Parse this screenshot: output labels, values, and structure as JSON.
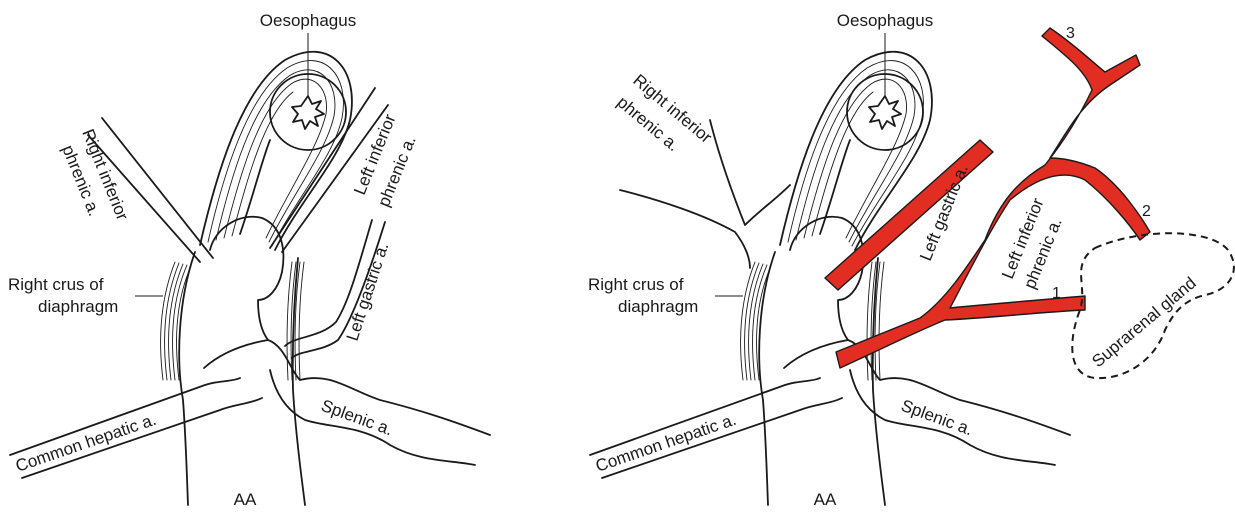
{
  "colors": {
    "artery_highlight": "#e22d22",
    "line": "#1a1a1a",
    "background": "#ffffff"
  },
  "left_panel": {
    "oesophagus": "Oesophagus",
    "right_inferior_phrenic_line1": "Right inferior",
    "right_inferior_phrenic_line2": "phrenic a.",
    "left_inferior_phrenic_line1": "Left inferior",
    "left_inferior_phrenic_line2": "phrenic a.",
    "right_crus_line1": "Right crus of",
    "right_crus_line2": "diaphragm",
    "left_gastric": "Left gastric a.",
    "common_hepatic": "Common hepatic a.",
    "splenic": "Splenic a.",
    "aa": "AA"
  },
  "right_panel": {
    "oesophagus": "Oesophagus",
    "right_inferior_phrenic_line1": "Right inferior",
    "right_inferior_phrenic_line2": "phrenic a.",
    "left_gastric": "Left gastric a.",
    "left_inferior_phrenic_line1": "Left inferior",
    "left_inferior_phrenic_line2": "phrenic a.",
    "right_crus_line1": "Right crus of",
    "right_crus_line2": "diaphragm",
    "suprarenal_gland": "Suprarenal gland",
    "common_hepatic": "Common hepatic a.",
    "splenic": "Splenic a.",
    "aa": "AA",
    "branch_1": "1",
    "branch_2": "2",
    "branch_3": "3"
  }
}
